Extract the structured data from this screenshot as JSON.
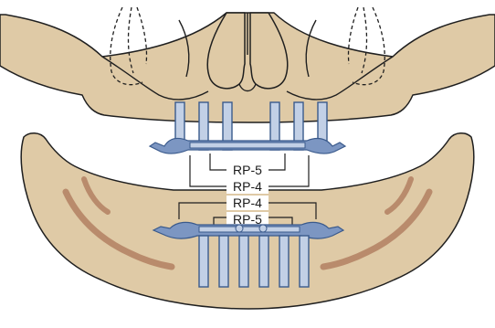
{
  "labels": {
    "upper_inner": "RP-5",
    "upper_outer": "RP-4",
    "lower_outer": "RP-4",
    "lower_inner": "RP-5"
  },
  "colors": {
    "bone": "#dfcaa6",
    "bone_outline": "#1f1f1f",
    "canal": "#b98b6c",
    "implant": "#c2d0e6",
    "implant_outline": "#3a5a8c",
    "bar": "#7c96c2",
    "background": "#ffffff"
  }
}
